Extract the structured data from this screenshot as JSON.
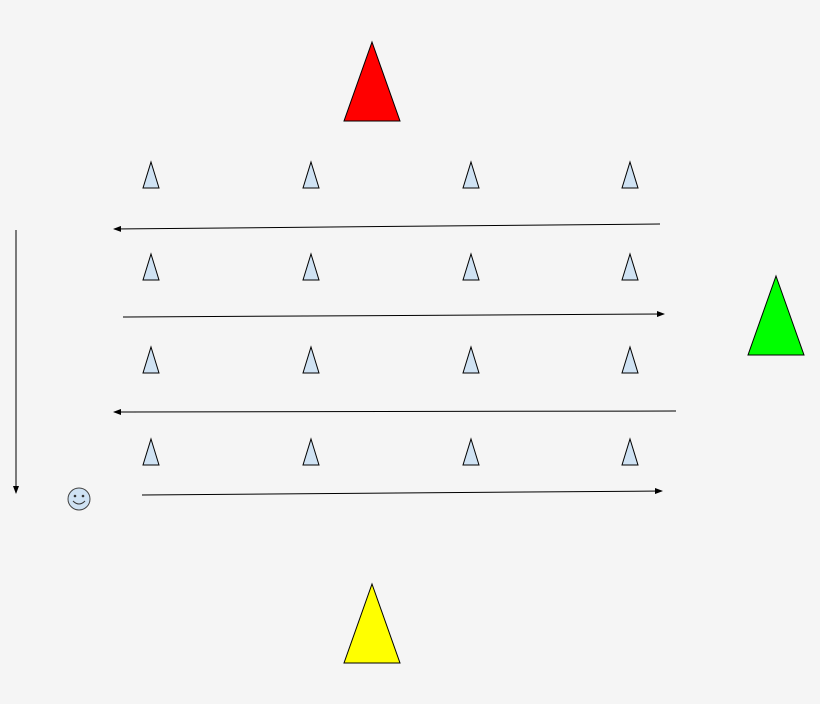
{
  "background": "#f5f5f5",
  "markers": {
    "top": {
      "color": "#ff0000",
      "icon": "red-triangle-marker"
    },
    "right": {
      "color": "#00ff00",
      "icon": "green-triangle-marker"
    },
    "bottom": {
      "color": "#ffff00",
      "icon": "yellow-triangle-marker"
    }
  },
  "cones": {
    "rows": 4,
    "columns": 4,
    "color": "#cfe2f3",
    "icon": "cone-icon"
  },
  "path_arrows": [
    {
      "direction": "left"
    },
    {
      "direction": "right"
    },
    {
      "direction": "left"
    },
    {
      "direction": "right"
    }
  ],
  "side_arrow": {
    "direction": "down"
  },
  "player": {
    "icon": "smiley-face-icon",
    "color": "#cfe2f3"
  }
}
